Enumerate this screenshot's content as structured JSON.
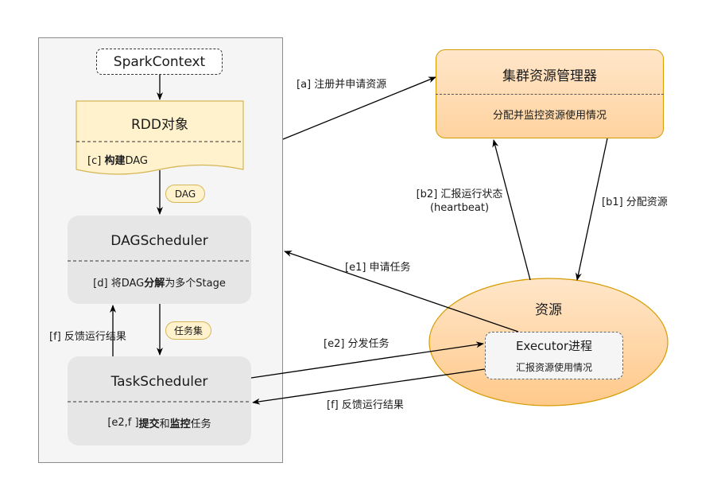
{
  "spark_context": "SparkContext",
  "rdd": {
    "title": "RDD对象",
    "sub_prefix": "[c] ",
    "sub_bold": "构建",
    "sub_suffix": "DAG"
  },
  "dag_pill": "DAG",
  "dag_scheduler": {
    "title": "DAGScheduler",
    "sub_prefix": "[d] 将DAG",
    "sub_bold": "分解",
    "sub_suffix": "为多个Stage"
  },
  "task_pill": "任务集",
  "task_scheduler": {
    "title": "TaskScheduler",
    "sub_prefix": "[e2,f ] ",
    "sub_bold1": "提交",
    "sub_mid": "和",
    "sub_bold2": "监控",
    "sub_suffix": "任务"
  },
  "cluster_manager": {
    "title": "集群资源管理器",
    "sub": "分配并监控资源使用情况"
  },
  "resources": {
    "title": "资源"
  },
  "executor": {
    "title": "Executor进程",
    "sub": "汇报资源使用情况"
  },
  "labels": {
    "a": "[a] 注册并申请资源",
    "b2_line1": "[b2] 汇报运行状态",
    "b2_line2": "(heartbeat)",
    "b1": "[b1] 分配资源",
    "e1": "[e1] 申请任务",
    "e2": "[e2] 分发任务",
    "f_left": "[f] 反馈运行结果",
    "f_bottom": "[f] 反馈运行结果"
  },
  "colors": {
    "doc_fill": "#fff2cc",
    "doc_stroke": "#d6b656",
    "cluster_fill": "#ffe6cc",
    "cluster_stroke": "#d79b00",
    "scheduler_fill": "#e6e6e6",
    "panel_fill": "#f5f5f5"
  }
}
